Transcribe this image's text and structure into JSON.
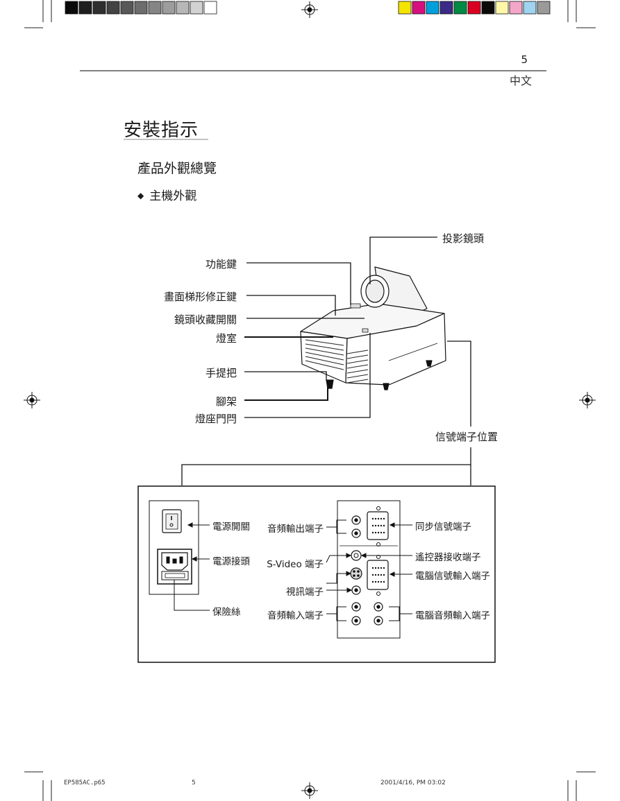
{
  "header": {
    "page_number": "5",
    "language": "中文"
  },
  "section_title": "安裝指示",
  "subsection_title": "產品外觀總覽",
  "bullet_item": "主機外觀",
  "projector_labels": {
    "projection_lens": "投影鏡頭",
    "function_keys": "功能鍵",
    "keystone_keys": "畫面梯形修正鍵",
    "lens_cover_switch": "鏡頭收藏開關",
    "lamp_chamber": "燈室",
    "handle": "手提把",
    "foot": "腳架",
    "lamp_door_latch": "燈座門閂",
    "connector_location": "信號端子位置"
  },
  "panel_labels": {
    "power_switch": "電源開關",
    "power_socket": "電源接頭",
    "fuse": "保險絲",
    "audio_out": "音頻輸出端子",
    "s_video": "S-Video 端子",
    "video": "視訊端子",
    "audio_in": "音頻輸入端子",
    "sync_signal": "同步信號端子",
    "remote_receiver": "遙控器接收端子",
    "pc_signal_in": "電腦信號輸入端子",
    "pc_audio_in": "電腦音頻輸入端子"
  },
  "footer": {
    "filename": "EP585AC.p65",
    "page": "5",
    "timestamp": "2001/4/16, PM 03:02"
  },
  "colors": {
    "registration_grays": [
      "#0a0a0a",
      "#1e1e1e",
      "#2f2f2f",
      "#434343",
      "#585858",
      "#6d6d6d",
      "#858585",
      "#9d9d9d",
      "#b7b7b7",
      "#d2d2d2",
      "#ffffff"
    ],
    "registration_process": [
      "#f4e400",
      "#d6117f",
      "#00a0dc",
      "#3b2a86",
      "#008a43",
      "#d90021",
      "#0a0a0a",
      "#fff7a8",
      "#f3a7c8",
      "#9fd3f0",
      "#9a9a9a"
    ],
    "rule": "#555555"
  }
}
